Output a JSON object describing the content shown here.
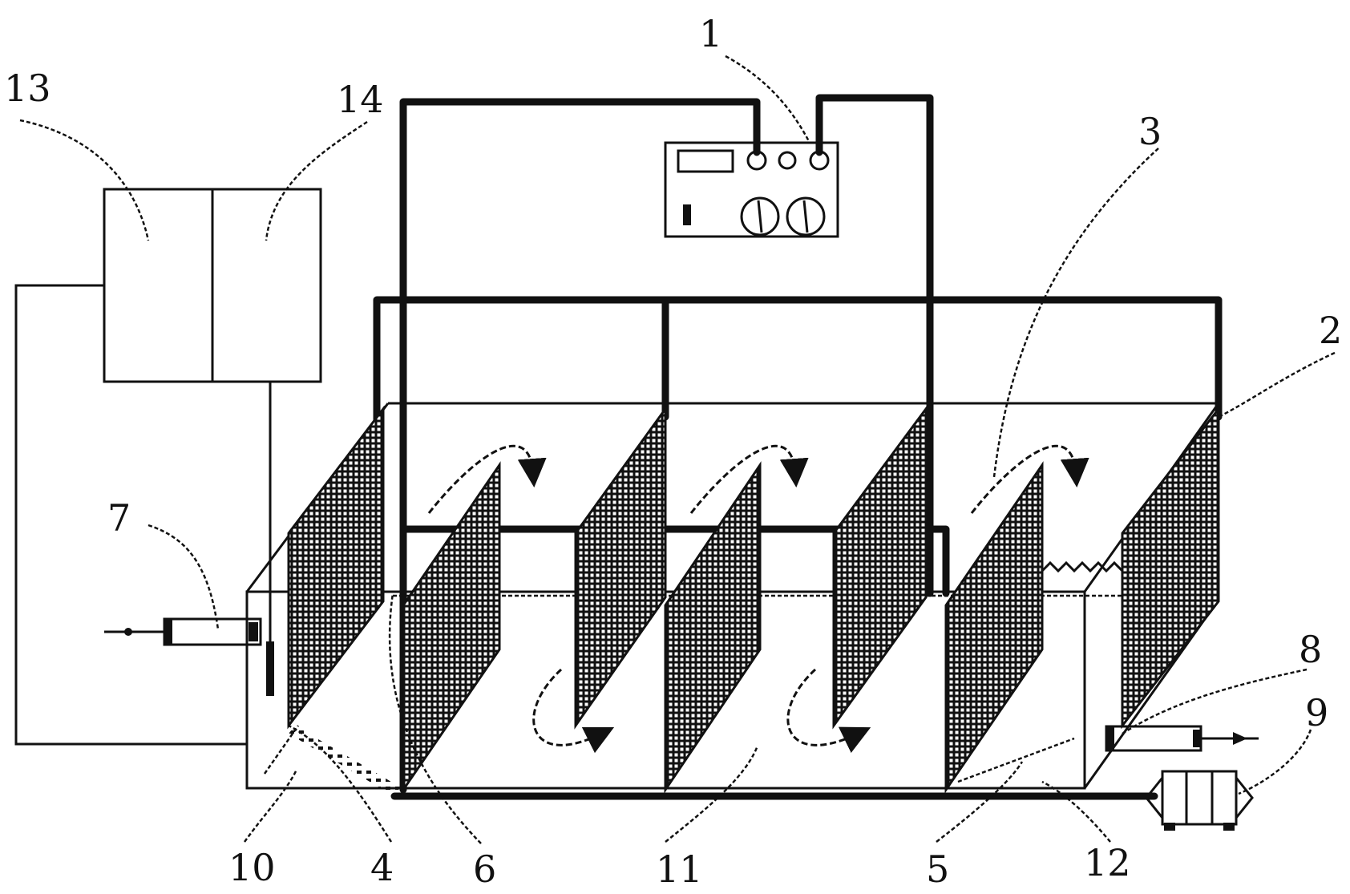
{
  "labels": {
    "l1": "1",
    "l2": "2",
    "l3": "3",
    "l4": "4",
    "l5": "5",
    "l6": "6",
    "l7": "7",
    "l8": "8",
    "l9": "9",
    "l10": "10",
    "l11": "11",
    "l12": "12",
    "l13": "13",
    "l14": "14"
  },
  "colors": {
    "ink": "#111111",
    "background": "#ffffff"
  }
}
